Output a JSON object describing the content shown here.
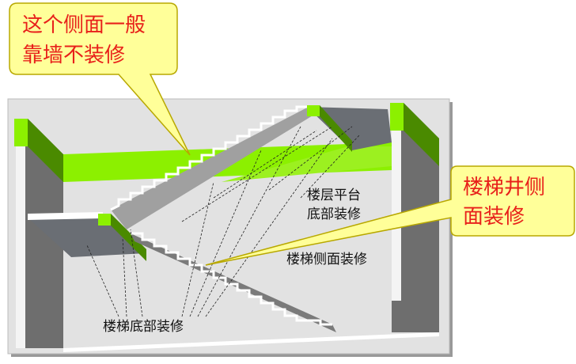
{
  "callouts": {
    "wall_side": {
      "line1": "这个侧面一般",
      "line2": "靠墙不装修"
    },
    "stairwell_side": {
      "line1": "楼梯井侧",
      "line2": "面装修"
    }
  },
  "labels": {
    "landing_bottom": {
      "line1": "楼层平台",
      "line2": "底部装修"
    },
    "stair_side": "楼梯侧面装修",
    "stair_bottom": "楼梯底部装修"
  },
  "colors": {
    "callout_fill": "#ffff99",
    "callout_border": "#b8a800",
    "callout_text": "#e8201a",
    "green_band": "#8cf000",
    "green_dark": "#4a8a00",
    "wall_gray": "#6e6e6e",
    "background": "#e2e2e2"
  }
}
